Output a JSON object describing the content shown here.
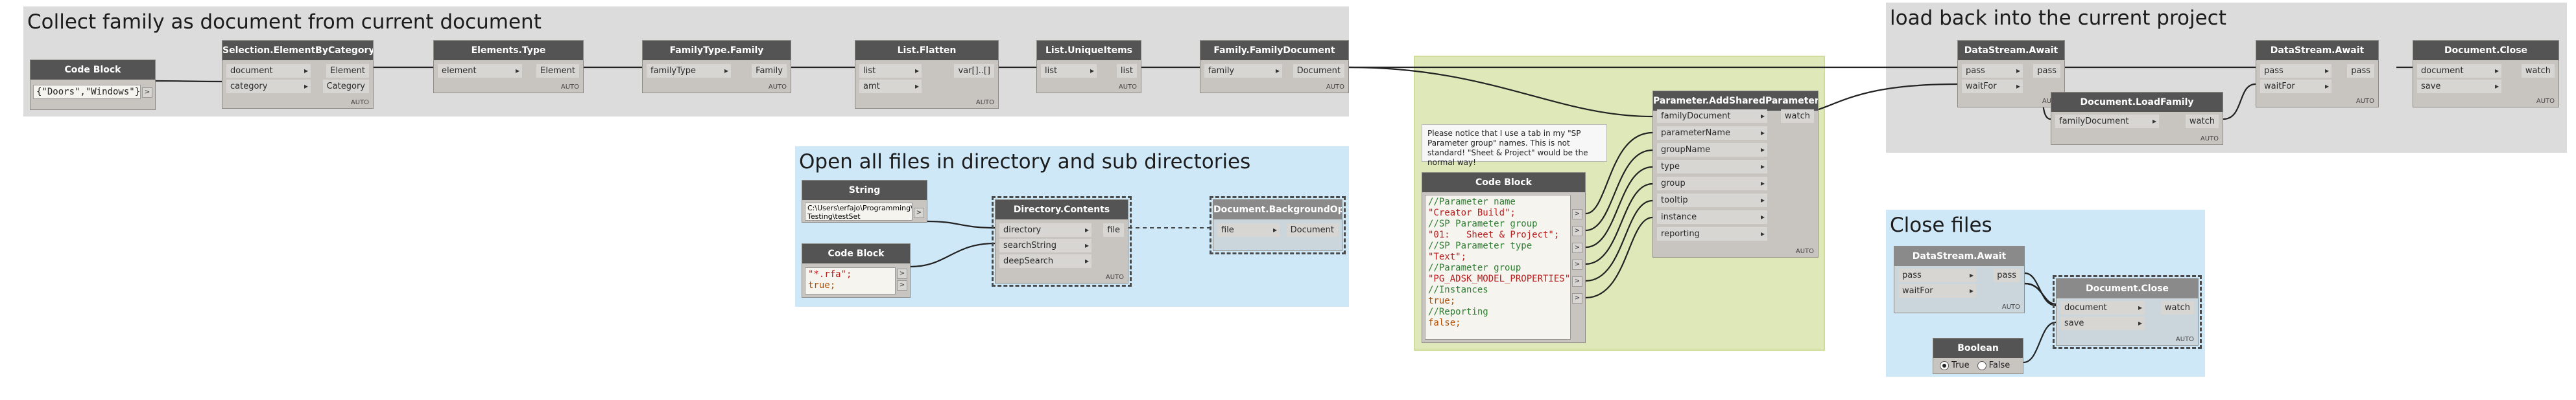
{
  "groups": [
    {
      "id": "g1",
      "title": "Collect family as document from current document"
    },
    {
      "id": "g2",
      "title": "Open all files in directory and sub directories"
    },
    {
      "id": "g3",
      "title": ""
    },
    {
      "id": "g4",
      "title": "load back into the current project"
    },
    {
      "id": "g5",
      "title": "Close files"
    }
  ],
  "nodes": {
    "cb1": {
      "title": "Code Block",
      "code": "{\"Doors\",\"Windows\"};"
    },
    "sel": {
      "title": "Selection.ElementByCategory",
      "in": [
        "document",
        "category"
      ],
      "out": [
        "Element",
        "Category"
      ],
      "foot": "AUTO"
    },
    "etype": {
      "title": "Elements.Type",
      "in": [
        "element"
      ],
      "out": [
        "Element"
      ],
      "foot": "AUTO"
    },
    "ftype": {
      "title": "FamilyType.Family",
      "in": [
        "familyType"
      ],
      "out": [
        "Family"
      ],
      "foot": "AUTO"
    },
    "flat": {
      "title": "List.Flatten",
      "in": [
        "list",
        "amt"
      ],
      "out": [
        "var[]..[]"
      ],
      "foot": "AUTO"
    },
    "uniq": {
      "title": "List.UniqueItems",
      "in": [
        "list"
      ],
      "out": [
        "list"
      ],
      "foot": "AUTO"
    },
    "fdoc": {
      "title": "Family.FamilyDocument",
      "in": [
        "family"
      ],
      "out": [
        "Document"
      ],
      "foot": "AUTO"
    },
    "str": {
      "title": "String",
      "value": "C:\\Users\\erfajo\\Programming\\Unit Testing\\testSet"
    },
    "cb2": {
      "title": "Code Block",
      "line1": "\"*.rfa\";",
      "line2": "true;"
    },
    "dir": {
      "title": "Directory.Contents",
      "in": [
        "directory",
        "searchString",
        "deepSearch"
      ],
      "out": [
        "file"
      ],
      "foot": "AUTO"
    },
    "bgo": {
      "title": "Document.BackgroundOpen",
      "in": [
        "file"
      ],
      "out": [
        "Document"
      ]
    },
    "cb3": {
      "title": "Code Block",
      "lines": [
        "//Parameter name",
        "\"Creator Build\";",
        "//SP Parameter group",
        "\"01:   Sheet & Project\";",
        "//SP Parameter type",
        "\"Text\";",
        "//Parameter group",
        "\"PG_ADSK_MODEL_PROPERTIES\";",
        "//Instances",
        "true;",
        "//Reporting",
        "false;"
      ]
    },
    "asp": {
      "title": "Parameter.AddSharedParameter",
      "in": [
        "familyDocument",
        "parameterName",
        "groupName",
        "type",
        "group",
        "tooltip",
        "instance",
        "reporting"
      ],
      "out": [
        "watch"
      ],
      "foot": "AUTO"
    },
    "dsa1": {
      "title": "DataStream.Await",
      "in": [
        "pass",
        "waitFor"
      ],
      "out": [
        "pass"
      ],
      "foot": "AUTO"
    },
    "lf": {
      "title": "Document.LoadFamily",
      "in": [
        "familyDocument"
      ],
      "out": [
        "watch"
      ],
      "foot": "AUTO"
    },
    "dsa2": {
      "title": "DataStream.Await",
      "in": [
        "pass",
        "waitFor"
      ],
      "out": [
        "pass"
      ],
      "foot": "AUTO"
    },
    "dc1": {
      "title": "Document.Close",
      "in": [
        "document",
        "save"
      ],
      "out": [
        "watch"
      ],
      "foot": "AUTO"
    },
    "dsa3": {
      "title": "DataStream.Await",
      "in": [
        "pass",
        "waitFor"
      ],
      "out": [
        "pass"
      ],
      "foot": "AUTO"
    },
    "dc2": {
      "title": "Document.Close",
      "in": [
        "document",
        "save"
      ],
      "out": [
        "watch"
      ],
      "foot": "AUTO"
    },
    "bool": {
      "title": "Boolean",
      "opt_true": "True",
      "opt_false": "False",
      "selected": "True"
    }
  },
  "note": {
    "text": "Please notice that I use a tab in my \"SP Parameter group\" names. This is not standard! \"Sheet & Project\" would be the normal way!"
  },
  "colors": {
    "canvas": "#ffffff",
    "group_gray": "#dcdcdc",
    "group_blue": "#cfe8f8",
    "group_green": "#dfe8b8",
    "node_header": "#545454",
    "wire": "#222222"
  }
}
